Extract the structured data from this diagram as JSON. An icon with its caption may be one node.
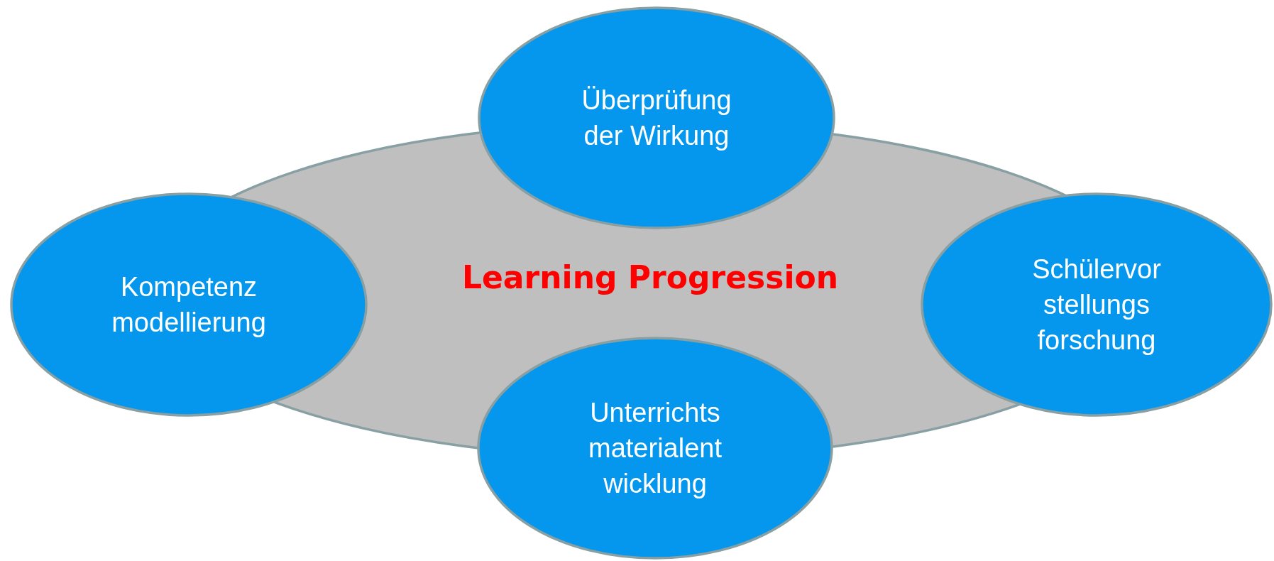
{
  "diagram": {
    "nodes": [
      {
        "text": [
          "Learning Progression"
        ]
      },
      {
        "text": [
          "Überprüfung der Wirkung"
        ]
      },
      {
        "text": [
          "Kompetenz modellierung"
        ]
      },
      {
        "text": [
          "Schülervor stellungs forschung"
        ]
      },
      {
        "text": [
          "Unterrichts materialent wicklung"
        ]
      }
    ]
  }
}
